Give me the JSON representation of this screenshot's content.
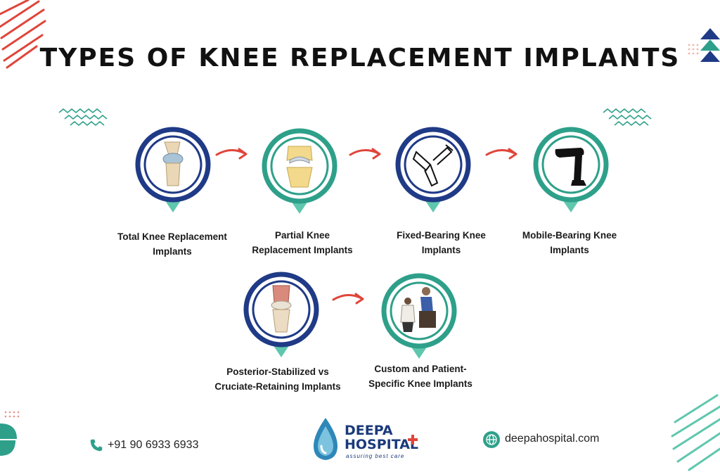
{
  "title": "TYPES OF KNEE REPLACEMENT IMPLANTS",
  "colors": {
    "navy": "#1f3a86",
    "teal": "#2ea08a",
    "teal_light": "#5fc7ae",
    "arrow": "#e0453a",
    "dark": "#111111"
  },
  "implants": [
    {
      "label_line1": "Total Knee Replacement",
      "label_line2": "Implants",
      "ring": "navy",
      "icon": "knee-anatomy-icon"
    },
    {
      "label_line1": "Partial Knee",
      "label_line2": "Replacement Implants",
      "ring": "teal",
      "icon": "partial-knee-implant-icon"
    },
    {
      "label_line1": "Fixed-Bearing Knee",
      "label_line2": "Implants",
      "ring": "navy",
      "icon": "fixed-bearing-implant-icon"
    },
    {
      "label_line1": "Mobile-Bearing Knee",
      "label_line2": "Implants",
      "ring": "teal",
      "icon": "bent-leg-icon"
    },
    {
      "label_line1": "Posterior-Stabilized vs",
      "label_line2": "Cruciate-Retaining Implants",
      "ring": "navy",
      "icon": "knee-ligament-icon"
    },
    {
      "label_line1": "Custom and Patient-",
      "label_line2": "Specific Knee Implants",
      "ring": "teal",
      "icon": "doctor-patient-icon"
    }
  ],
  "footer": {
    "phone": "+91 90 6933 6933",
    "website": "deepahospital.com",
    "logo_line1": "DEEPA",
    "logo_line2": "HOSPITAL",
    "logo_tagline": "assuring best care"
  }
}
